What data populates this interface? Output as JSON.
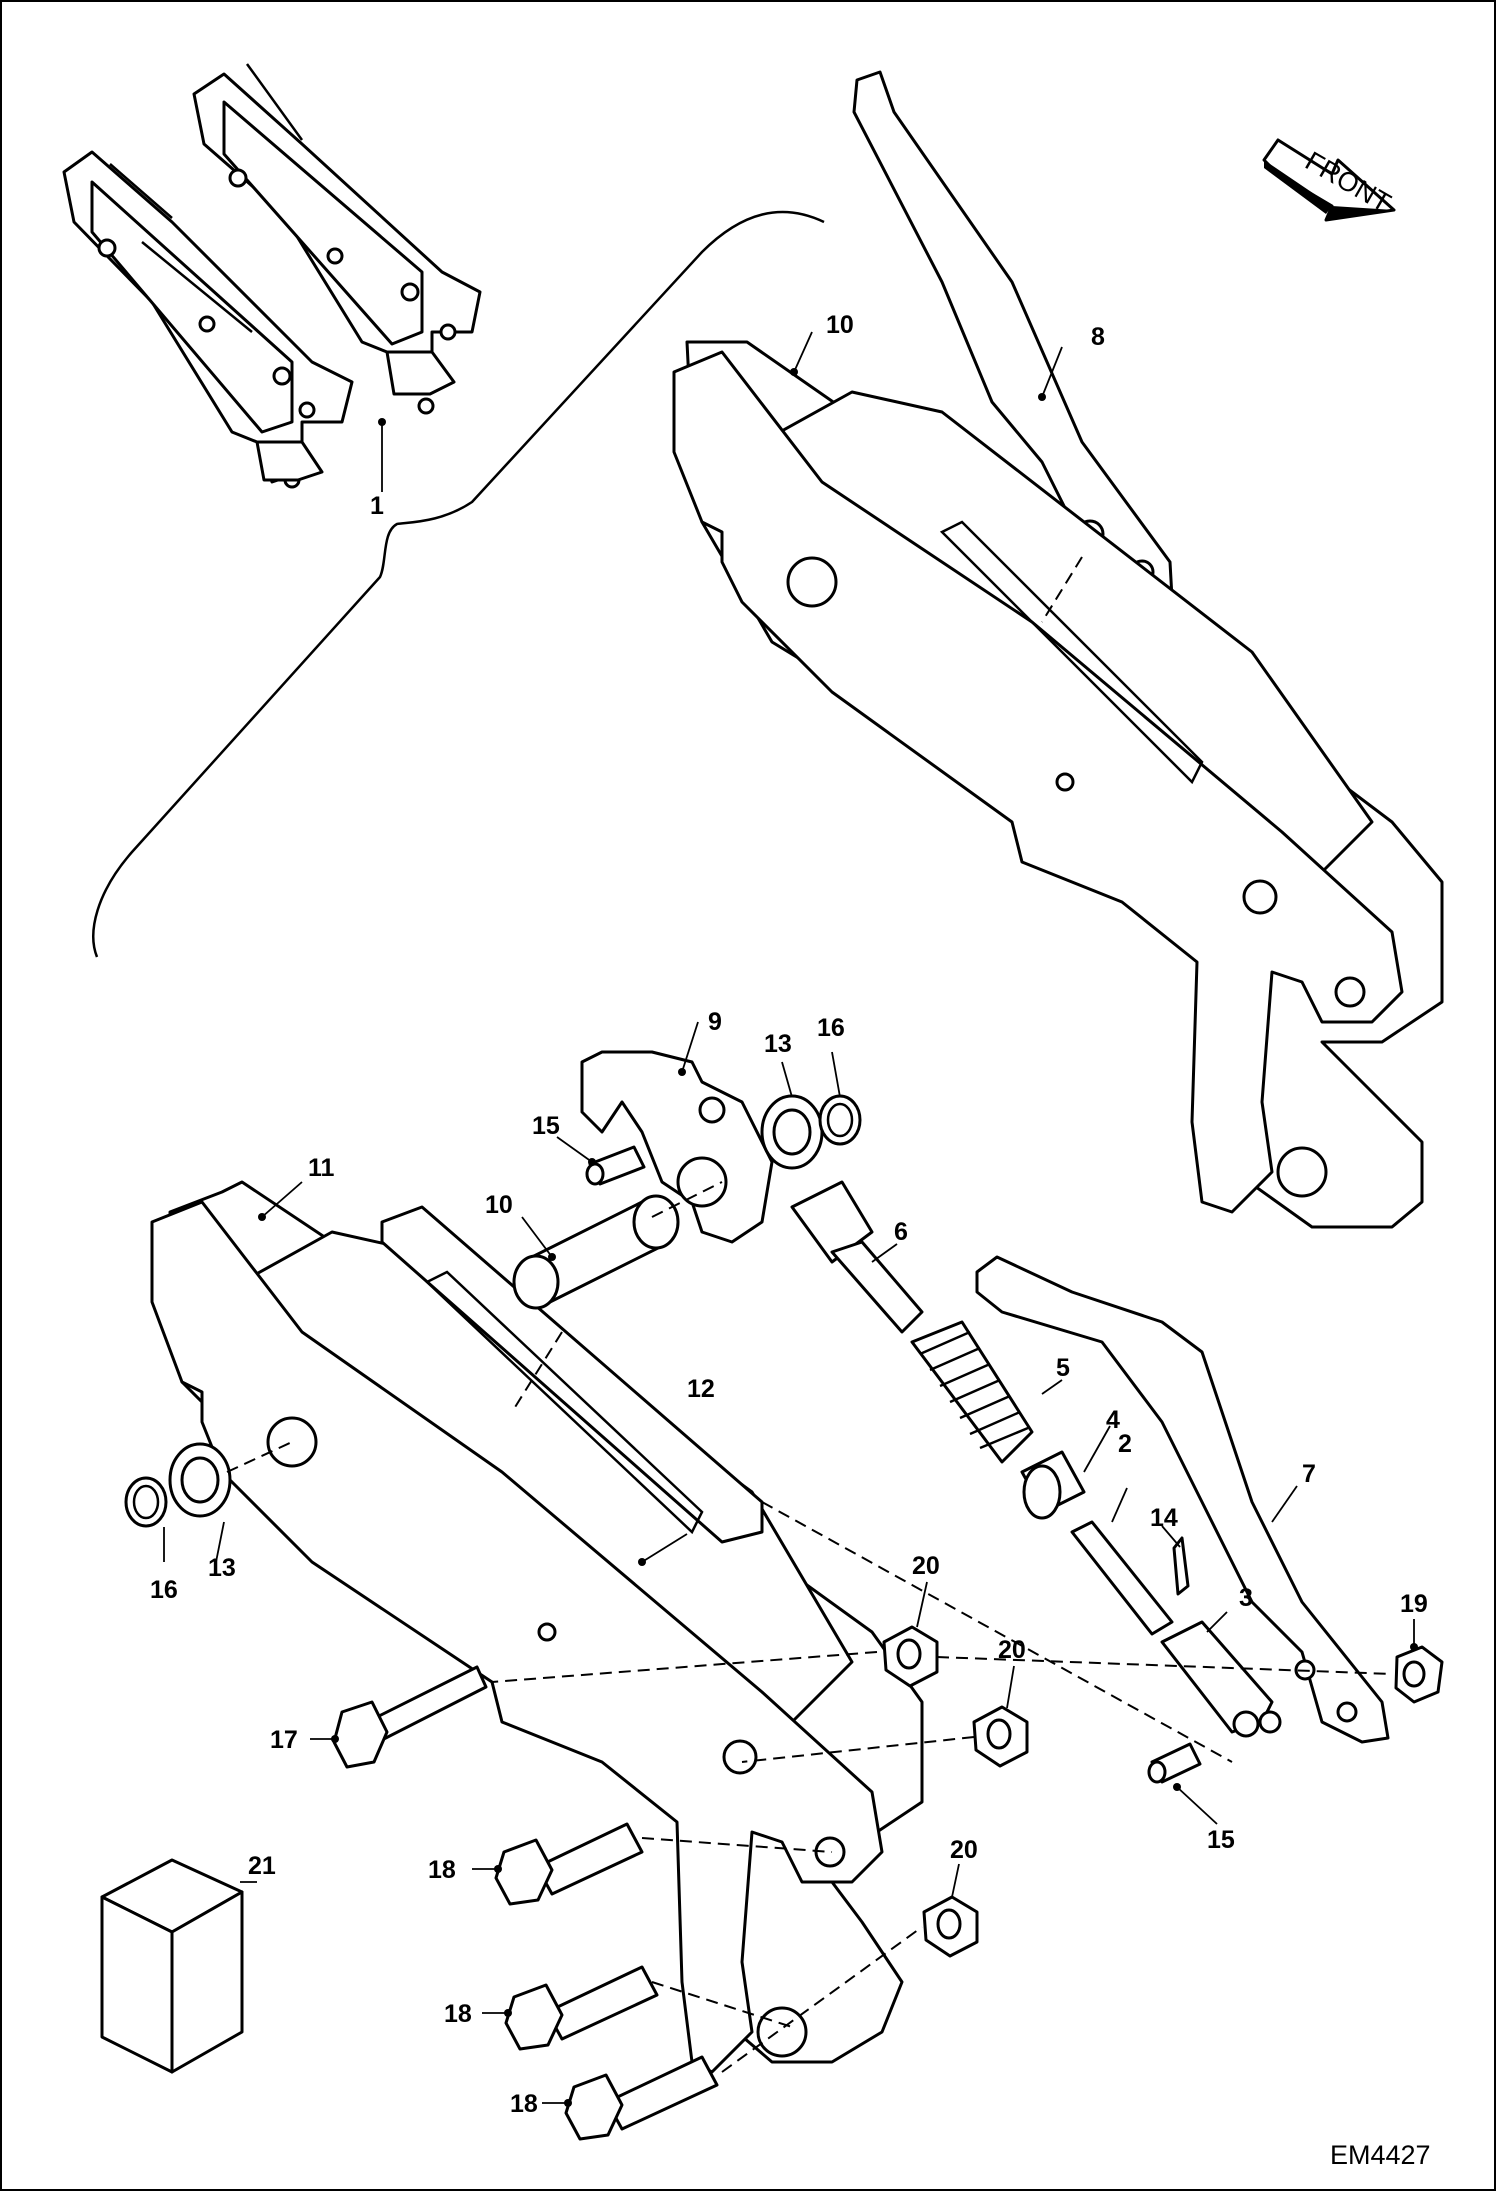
{
  "drawing_code": "EM4427",
  "orientation": {
    "text": "FRONT",
    "icon": "front-direction-arrow-icon"
  },
  "callouts": [
    "1",
    "2",
    "3",
    "4",
    "5",
    "6",
    "7",
    "8",
    "9",
    "10",
    "11",
    "12",
    "13",
    "14",
    "15",
    "16",
    "17",
    "18",
    "19",
    "20",
    "21"
  ]
}
